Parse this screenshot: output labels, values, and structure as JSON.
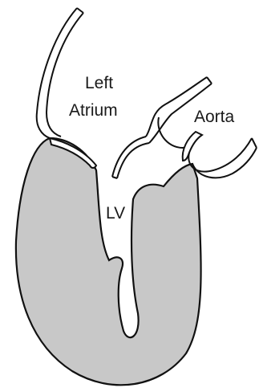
{
  "labels": {
    "left_atrium_line1": "Left",
    "left_atrium_line2": "Atrium",
    "aorta": "Aorta",
    "lv": "LV"
  },
  "colors": {
    "muscle_fill": "#c8c8c8",
    "outline": "#111111",
    "background": "#ffffff"
  }
}
